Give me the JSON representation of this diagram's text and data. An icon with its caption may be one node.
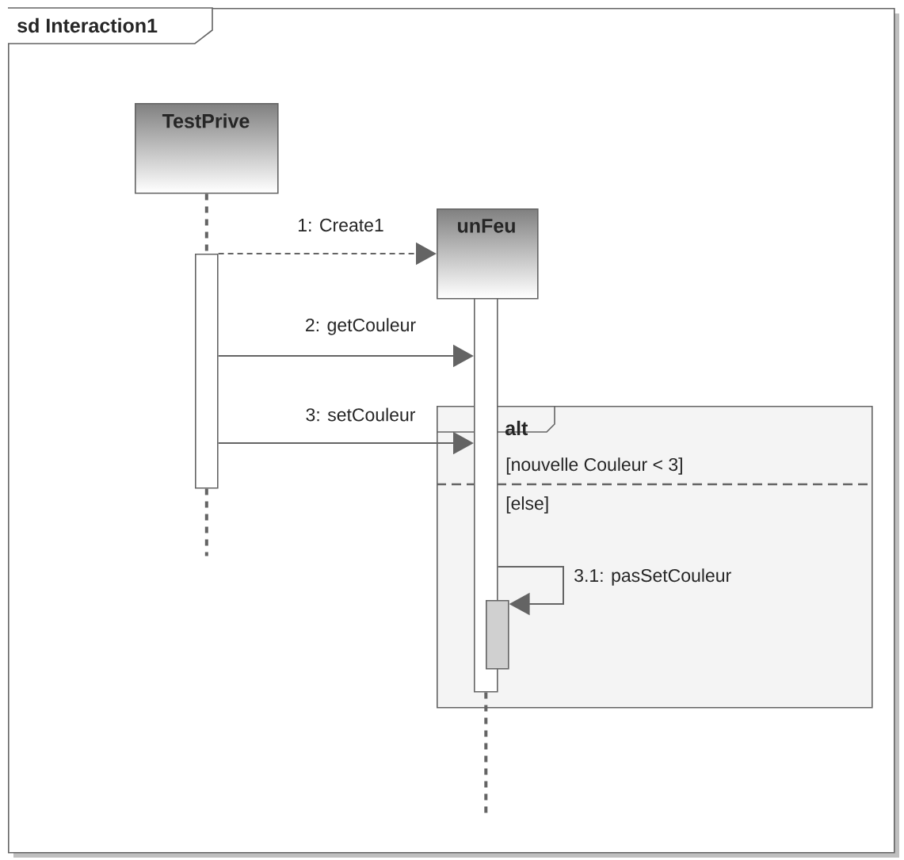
{
  "diagram": {
    "nodes": [
      {
        "text": [
          "sd Interaction1"
        ]
      },
      {
        "text": [
          "TestPrive"
        ],
        "in": 0
      },
      {
        "text": [],
        "shape": "bar",
        "in": 0
      },
      {
        "text": [
          "unFeu"
        ],
        "in": 0
      },
      {
        "text": [],
        "shape": "bar",
        "in": 0
      },
      {
        "text": [
          "alt",
          "[nouvelle Couleur < 3]",
          "[else]"
        ],
        "in": 0
      },
      {
        "text": [],
        "shape": "bar",
        "in": 5
      }
    ],
    "edges": [
      {
        "from": 1,
        "to": 2,
        "arrow": "none",
        "style": "dashed"
      },
      {
        "from": 2,
        "to": null,
        "arrow": "none",
        "style": "dashed"
      },
      {
        "from": 4,
        "to": null,
        "arrow": "none",
        "style": "dashed"
      },
      {
        "from": 2,
        "to": 3,
        "arrow": "to",
        "style": "dashed",
        "label": "1: Create1"
      },
      {
        "from": 2,
        "to": 4,
        "arrow": "to",
        "label": "2: getCouleur"
      },
      {
        "from": 2,
        "to": 4,
        "arrow": "to",
        "label": "3: setCouleur"
      },
      {
        "from": 4,
        "to": 6,
        "arrow": "to",
        "label": "3.1: pasSetCouleur"
      }
    ]
  }
}
